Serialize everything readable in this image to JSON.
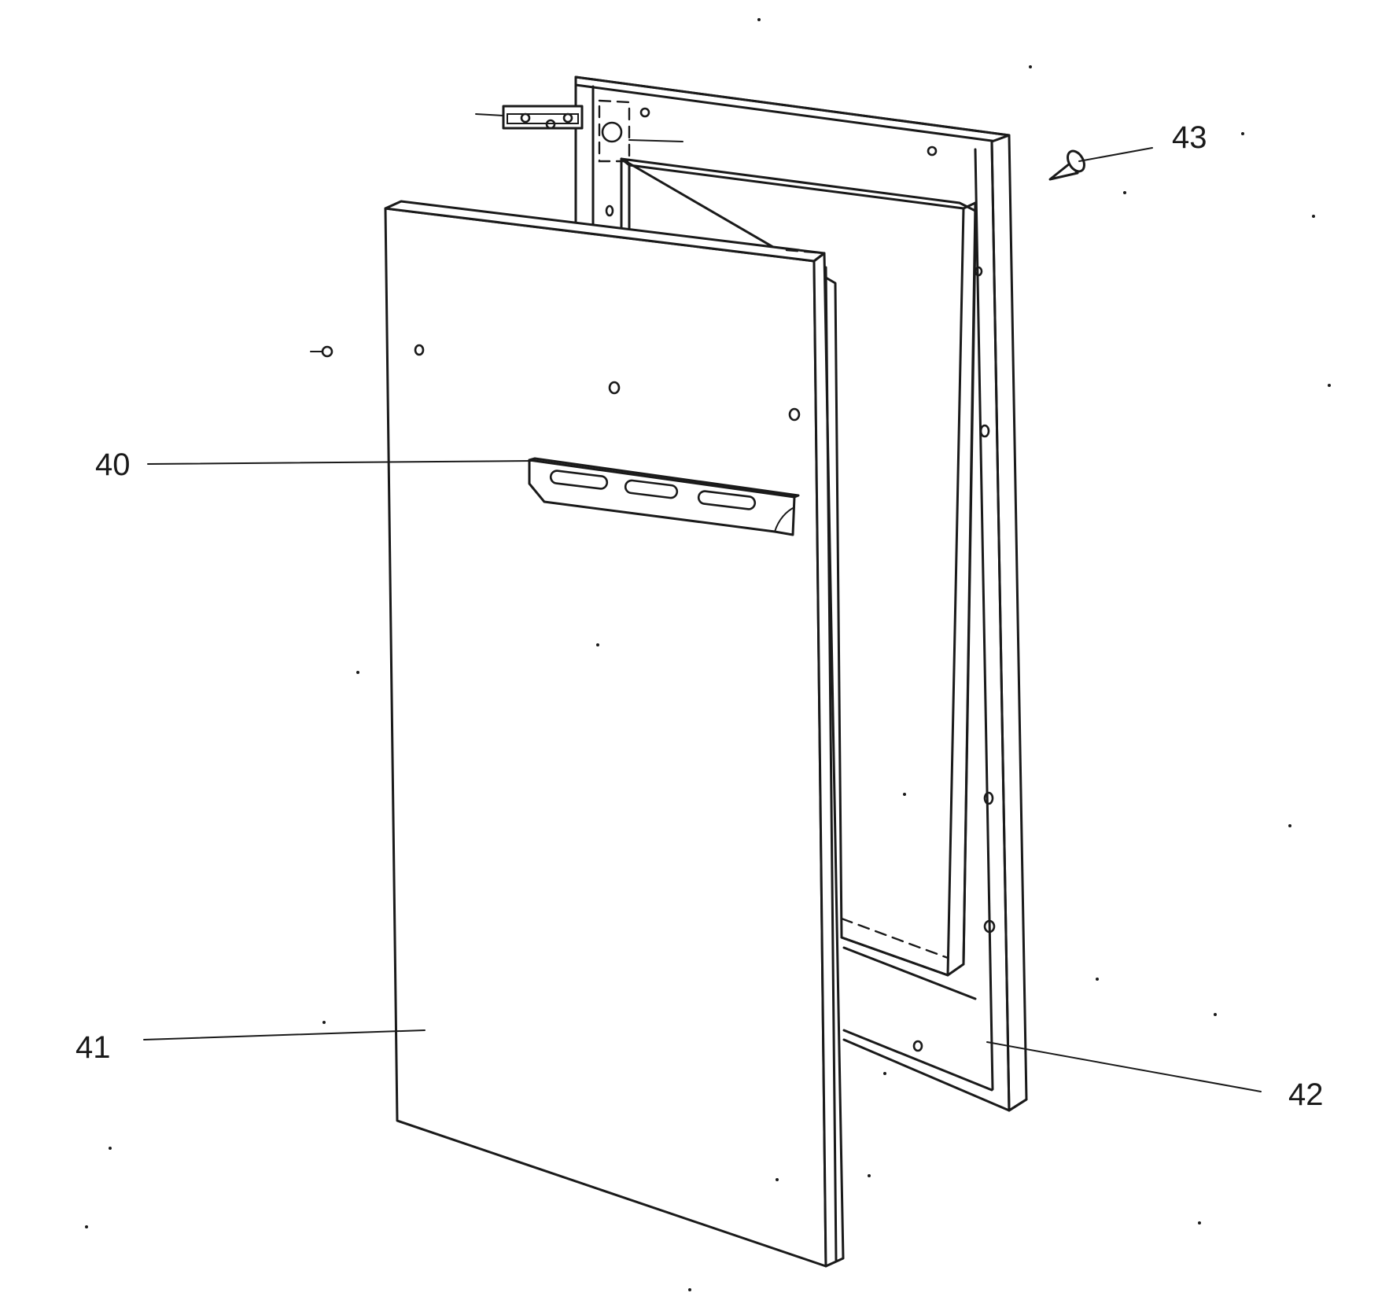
{
  "labels": {
    "ref_40": "40",
    "ref_41": "41",
    "ref_42": "42",
    "ref_43": "43"
  },
  "colors": {
    "ink": "#1a1a1a",
    "paper": "#ffffff"
  }
}
